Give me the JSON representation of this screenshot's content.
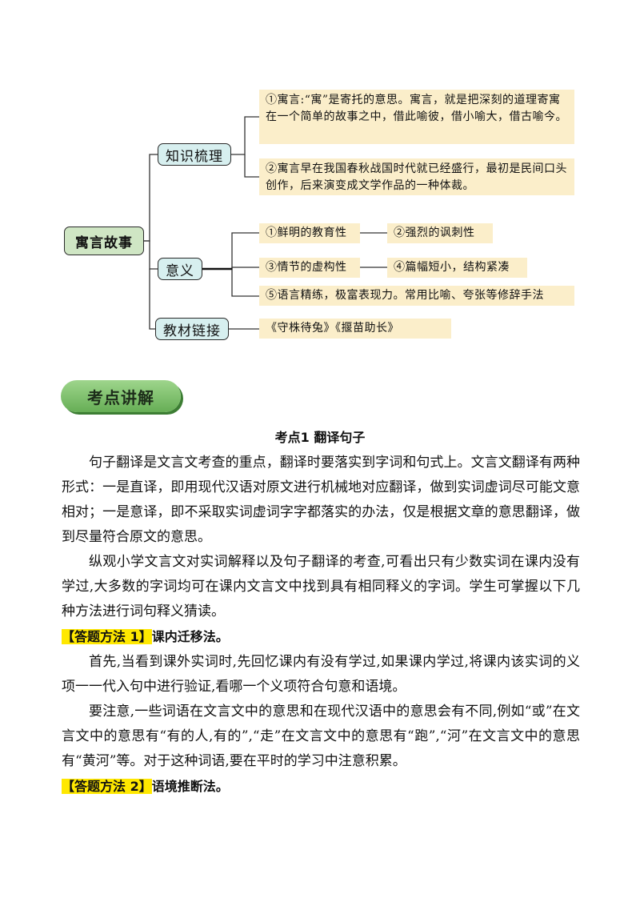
{
  "mindmap": {
    "root": "寓言故事",
    "branches": [
      {
        "label": "知识梳理"
      },
      {
        "label": "意义"
      },
      {
        "label": "教材链接"
      }
    ],
    "leaves": {
      "knowledge_1": "①寓言:“寓”是寄托的意思。寓言，就是把深刻的道理寄寓在一个简单的故事之中，借此喻彼，借小喻大，借古喻今。",
      "knowledge_2": "②寓言早在我国春秋战国时代就已经盛行，最初是民间口头创作，后来演变成文学作品的一种体裁。",
      "meaning_1": "①鲜明的教育性",
      "meaning_2": "②强烈的讽刺性",
      "meaning_3": "③情节的虚构性",
      "meaning_4": "④篇幅短小，结构紧凑",
      "meaning_5": "⑤语言精练，极富表现力。常用比喻、夸张等修辞手法",
      "textbook": "《守株待兔》《揠苗助长》"
    }
  },
  "section_title": "考点讲解",
  "point_title": "考点1    翻译句子",
  "paragraphs": {
    "p1": "句子翻译是文言文考查的重点，翻译时要落实到字词和句式上。文言文翻译有两种形式：一是直译，即用现代汉语对原文进行机械地对应翻译，做到实词虚词尽可能文意相对；一是意译，即不采取实词虚词字字都落实的办法，仅是根据文章的意思翻译，做到尽量符合原文的意思。",
    "p2": "纵观小学文言文对实词解释以及句子翻译的考查,可看出只有少数实词在课内没有学过,大多数的字词均可在课内文言文中找到具有相同释义的字词。学生可掌握以下几种方法进行词句释义猜读。",
    "p3": "首先,当看到课外实词时,先回忆课内有没有学过,如果课内学过,将课内该实词的义项一一代入句中进行验证,看哪一个义项符合句意和语境。",
    "p4": "要注意,一些词语在文言文中的意思和在现代汉语中的意思会有不同,例如“或”在文言文中的意思有“有的人,有的”,“走”在文言文中的意思有“跑”,“河”在文言文中的意思有“黄河”等。对于这种词语,要在平时的学习中注意积累。"
  },
  "methods": {
    "m1_tag": "【答题方法 1】",
    "m1_name": "课内迁移法。",
    "m2_tag": "【答题方法 2】",
    "m2_name": "语境推断法。"
  }
}
